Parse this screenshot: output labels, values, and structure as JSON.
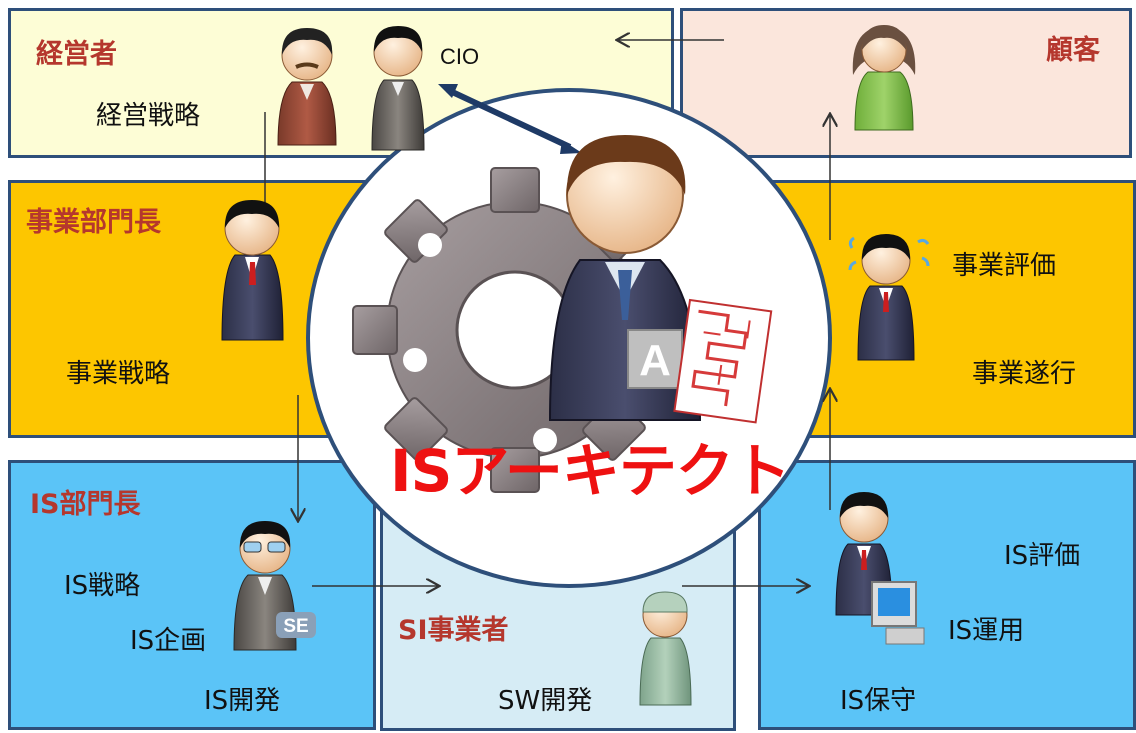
{
  "zones": {
    "exec": {
      "role": "経営者",
      "strategy": "経営戦略",
      "cio": "CIO"
    },
    "customer": {
      "role": "顧客"
    },
    "business": {
      "role": "事業部門長",
      "strategy": "事業戦略",
      "evaluation": "事業評価",
      "execution": "事業遂行"
    },
    "is_dept": {
      "role": "IS部門長",
      "strategy": "IS戦略",
      "planning": "IS企画",
      "development": "IS開発"
    },
    "si_vendor": {
      "role": "SI事業者",
      "sw_dev": "SW開発"
    },
    "is_ops": {
      "evaluation": "IS評価",
      "operation": "IS運用",
      "maintenance": "IS保守"
    }
  },
  "center": {
    "title": "ISアーキテクト",
    "badge_letter": "A",
    "se_badge": "SE"
  },
  "colors": {
    "border": "#2e4f7a",
    "exec_bg": "#fdfdd6",
    "customer_bg": "#fbe6dc",
    "business_bg": "#fdc600",
    "is_bg": "#5bc4f7",
    "si_bg": "#d6ecf5",
    "role_text": "#b5372d",
    "title_red": "#ee1111"
  },
  "icons": [
    "executive-person-icon",
    "cio-person-icon",
    "customer-person-icon",
    "business-head-person-icon",
    "worried-person-icon",
    "is-head-se-person-icon",
    "si-worker-person-icon",
    "operator-computer-person-icon",
    "gear-icon",
    "architect-person-icon",
    "blueprint-icon"
  ]
}
